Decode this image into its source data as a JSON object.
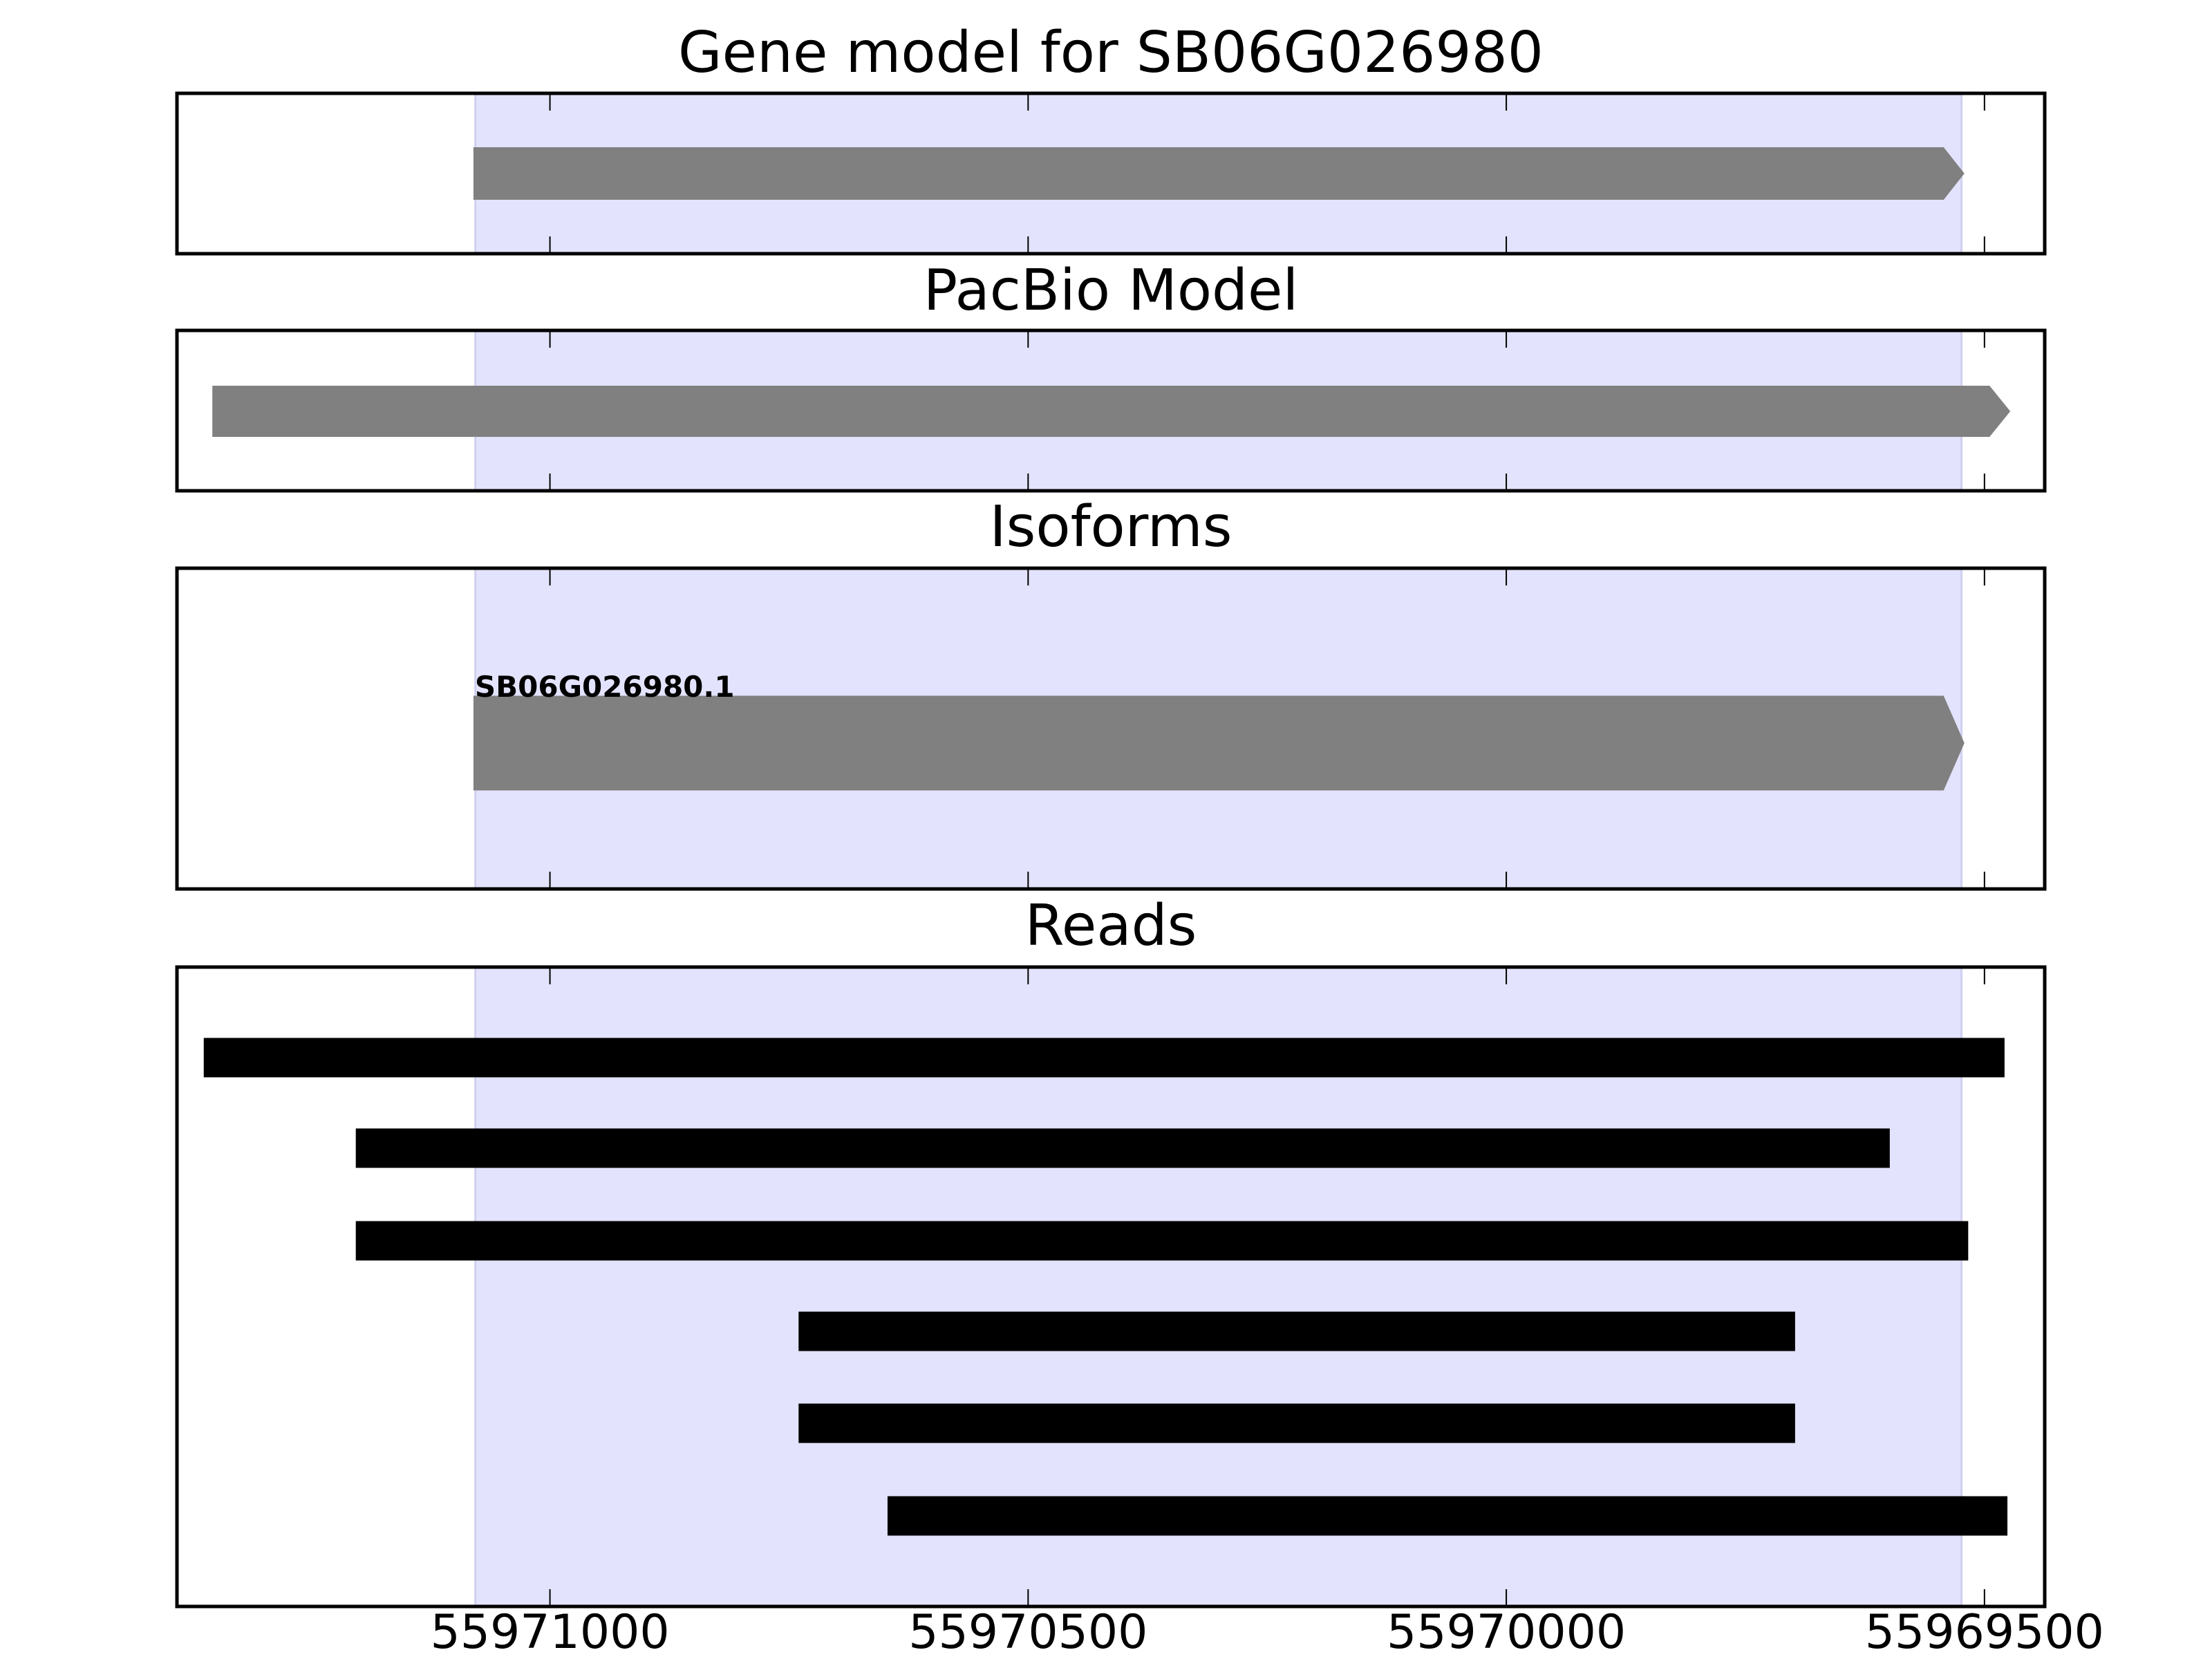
{
  "chart_data": {
    "type": "gene-track",
    "xlim": [
      55971390,
      55969437
    ],
    "x_ticks": [
      55971000,
      55970500,
      55970000,
      55969500
    ],
    "x_tick_labels": [
      "55971000",
      "55970500",
      "55970000",
      "55969500"
    ],
    "highlight_region": {
      "start": 55971078,
      "end": 55969524,
      "color": "#e3e3fd"
    },
    "colors": {
      "gene": "#808080",
      "read": "#000000",
      "frame": "#000000"
    },
    "panels": [
      {
        "title": "Gene model for SB06G026980",
        "features": [
          {
            "start": 55971080,
            "end": 55969521,
            "strand": "-",
            "kind": "arrow"
          }
        ]
      },
      {
        "title": "PacBio Model",
        "features": [
          {
            "start": 55971353,
            "end": 55969473,
            "strand": "-",
            "kind": "arrow"
          }
        ]
      },
      {
        "title": "Isoforms",
        "features": [
          {
            "label": "SB06G026980.1",
            "start": 55971080,
            "end": 55969521,
            "strand": "-",
            "kind": "arrow"
          }
        ]
      },
      {
        "title": "Reads",
        "features": [
          {
            "start": 55971362,
            "end": 55969479,
            "kind": "bar"
          },
          {
            "start": 55971203,
            "end": 55969599,
            "kind": "bar"
          },
          {
            "start": 55971203,
            "end": 55969517,
            "kind": "bar"
          },
          {
            "start": 55970740,
            "end": 55969698,
            "kind": "bar"
          },
          {
            "start": 55970740,
            "end": 55969698,
            "kind": "bar"
          },
          {
            "start": 55970647,
            "end": 55969476,
            "kind": "bar"
          }
        ]
      }
    ]
  }
}
